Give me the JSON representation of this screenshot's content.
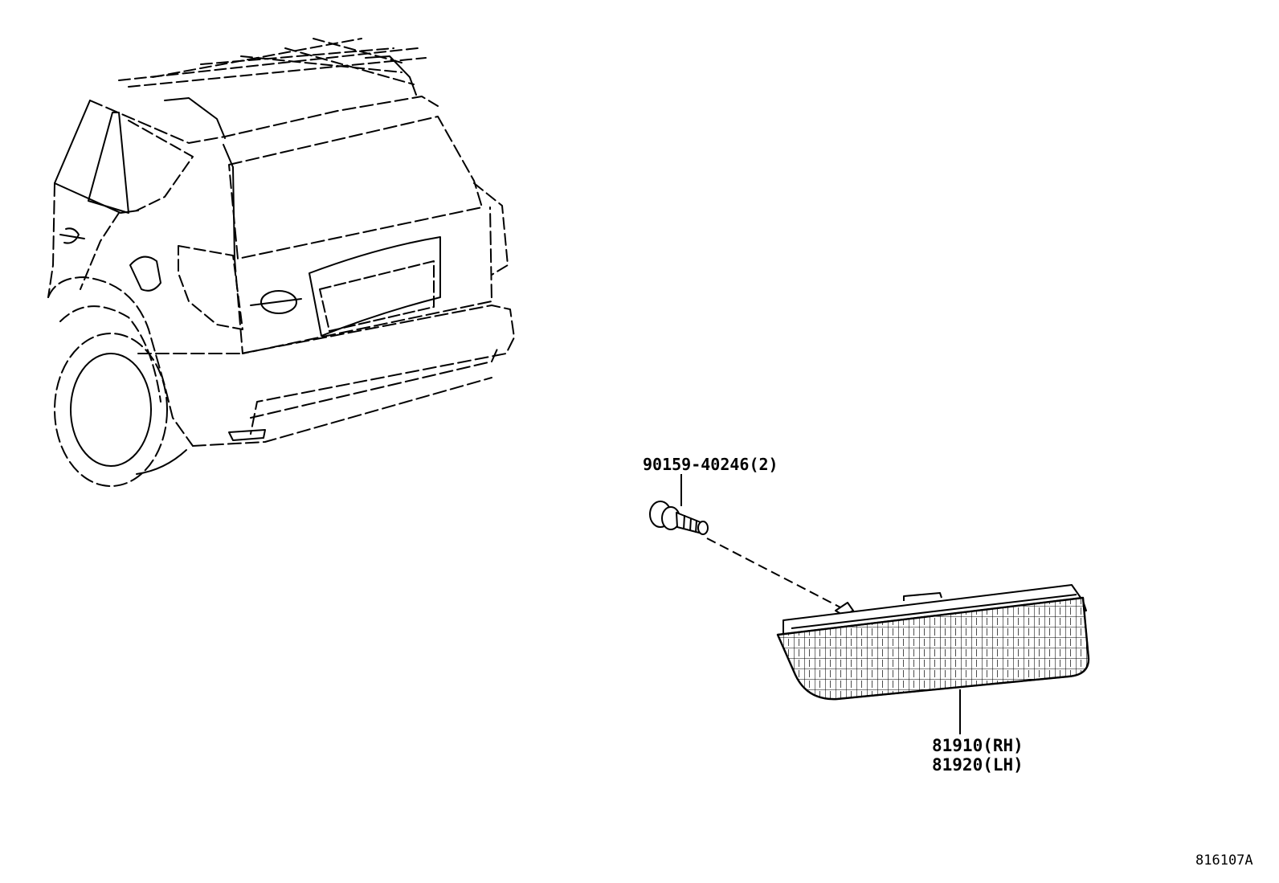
{
  "callouts": {
    "bolt": "90159-40246(2)",
    "reflector_rh": "81910(RH)",
    "reflector_lh": "81920(LH)"
  },
  "figure_code": "816107A",
  "colors": {
    "ink": "#000000",
    "background": "#ffffff"
  }
}
